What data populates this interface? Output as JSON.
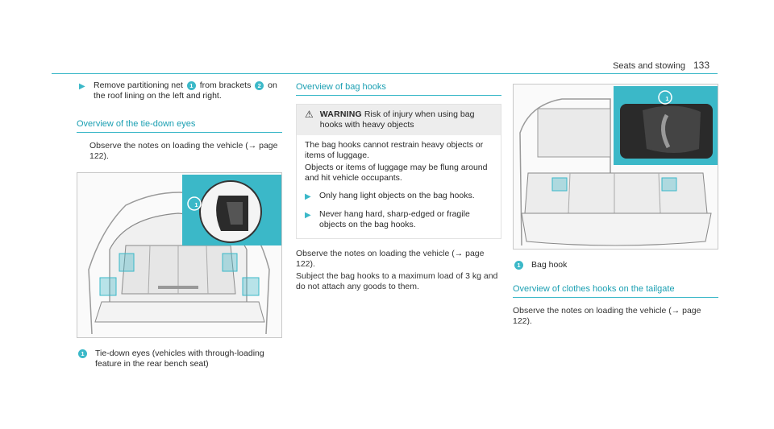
{
  "header": {
    "section": "Seats and stowing",
    "page_number": "133"
  },
  "col1": {
    "step_text": "Remove partitioning net ",
    "step_badge1": "1",
    "step_mid": " from brackets ",
    "step_badge2": "2",
    "step_end": " on the roof lining on the left and right.",
    "section_title": "Overview of the tie-down eyes",
    "observe": "Observe the notes on loading the vehicle (→ page 122).",
    "figure_badge": "1",
    "caption_badge": "1",
    "caption": "Tie-down eyes (vehicles with through-loading feature in the rear bench seat)"
  },
  "col2": {
    "section_title": "Overview of bag hooks",
    "warning_label": "WARNING",
    "warning_title": " Risk of injury when using bag hooks with heavy objects",
    "warning_p1": "The bag hooks cannot restrain heavy objects or items of luggage.",
    "warning_p2": "Objects or items of luggage may be flung around and hit vehicle occupants.",
    "warning_step1": "Only hang light objects on the bag hooks.",
    "warning_step2": "Never hang hard, sharp-edged or fragile objects on the bag hooks.",
    "observe": "Observe the notes on loading the vehicle (→ page 122).",
    "subject": "Subject the bag hooks to a maximum load of 3 kg and do not attach any goods to them."
  },
  "col3": {
    "figure_badge": "1",
    "caption_badge": "1",
    "caption": "Bag hook",
    "section_title": "Overview of clothes hooks on the tailgate",
    "observe": "Observe the notes on loading the vehicle (→ page 122)."
  },
  "colors": {
    "accent": "#3bb8c8",
    "inset_bg": "#3bb8c8"
  },
  "icons": {
    "step": "arrow-right-icon",
    "warning": "warning-triangle-icon"
  }
}
